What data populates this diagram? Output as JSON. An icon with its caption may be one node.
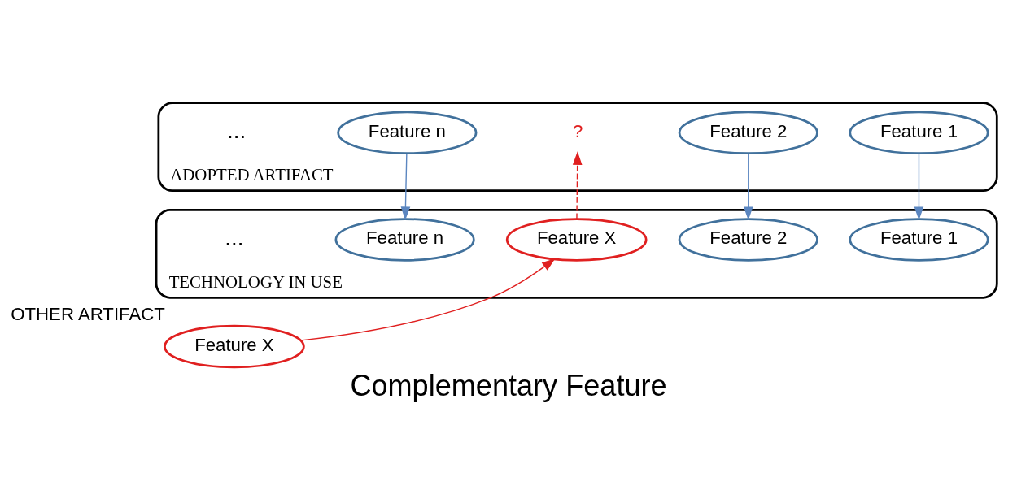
{
  "diagram": {
    "caption": "Complementary Feature",
    "nodes": [
      {
        "text": [
          "ADOPTED ARTIFACT"
        ]
      },
      {
        "text": [
          "Feature 1"
        ],
        "in": 0
      },
      {
        "text": [
          "Feature 2"
        ],
        "in": 0
      },
      {
        "text": [
          "?"
        ],
        "in": 0
      },
      {
        "text": [
          "Feature n"
        ],
        "in": 0
      },
      {
        "text": [
          "TECHNOLOGY IN USE"
        ]
      },
      {
        "text": [
          "Feature 1"
        ],
        "in": 5
      },
      {
        "text": [
          "Feature 2"
        ],
        "in": 5
      },
      {
        "text": [
          "Feature X"
        ],
        "in": 5
      },
      {
        "text": [
          "Feature n"
        ],
        "in": 5
      },
      {
        "text": [
          "Feature X"
        ],
        "beside": [
          "OTHER ARTIFACT"
        ]
      }
    ],
    "edges": [
      {
        "from": 1,
        "to": 6,
        "arrow": "to"
      },
      {
        "from": 2,
        "to": 7,
        "arrow": "to"
      },
      {
        "from": 4,
        "to": 9,
        "arrow": "to"
      },
      {
        "from": 8,
        "to": 3,
        "arrow": "to",
        "style": "dashed",
        "color": "#e02020"
      },
      {
        "from": 10,
        "to": 8,
        "arrow": "to",
        "color": "#e02020"
      }
    ],
    "labels": [
      "...",
      "..."
    ]
  }
}
